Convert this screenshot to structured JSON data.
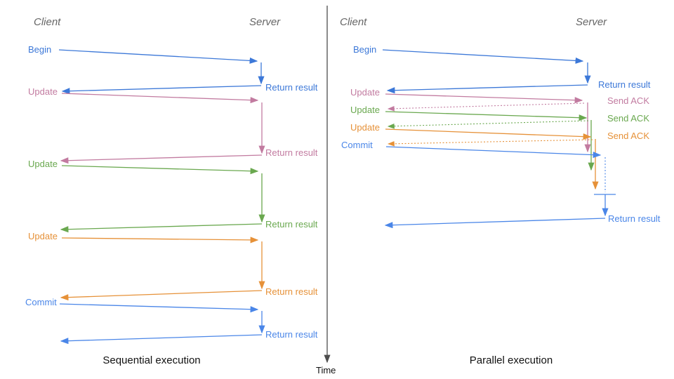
{
  "colors": {
    "blue": "#3c78d8",
    "cornflower": "#4a86e8",
    "pink": "#c27ba0",
    "green": "#6aa84f",
    "orange": "#e69138",
    "axis_gray": "#4d4d4d",
    "header_gray": "#666666",
    "title_black": "#111111"
  },
  "time_axis": {
    "label": "Time"
  },
  "left_panel": {
    "title": "Sequential execution",
    "client_header": "Client",
    "server_header": "Server",
    "steps": [
      {
        "request": "Begin",
        "response": "Return result",
        "color": "#3c78d8"
      },
      {
        "request": "Update",
        "response": "Return result",
        "color": "#c27ba0"
      },
      {
        "request": "Update",
        "response": "Return result",
        "color": "#6aa84f"
      },
      {
        "request": "Update",
        "response": "Return result",
        "color": "#e69138"
      },
      {
        "request": "Commit",
        "response": "Return result",
        "color": "#4a86e8"
      }
    ]
  },
  "right_panel": {
    "title": "Parallel execution",
    "client_header": "Client",
    "server_header": "Server",
    "steps": [
      {
        "request": "Begin",
        "response": "Return result",
        "color": "#3c78d8"
      },
      {
        "request": "Update",
        "response": "Send ACK",
        "color": "#c27ba0"
      },
      {
        "request": "Update",
        "response": "Send ACK",
        "color": "#6aa84f"
      },
      {
        "request": "Update",
        "response": "Send ACK",
        "color": "#e69138"
      },
      {
        "request": "Commit",
        "response": "Return result",
        "color": "#4a86e8"
      }
    ]
  }
}
